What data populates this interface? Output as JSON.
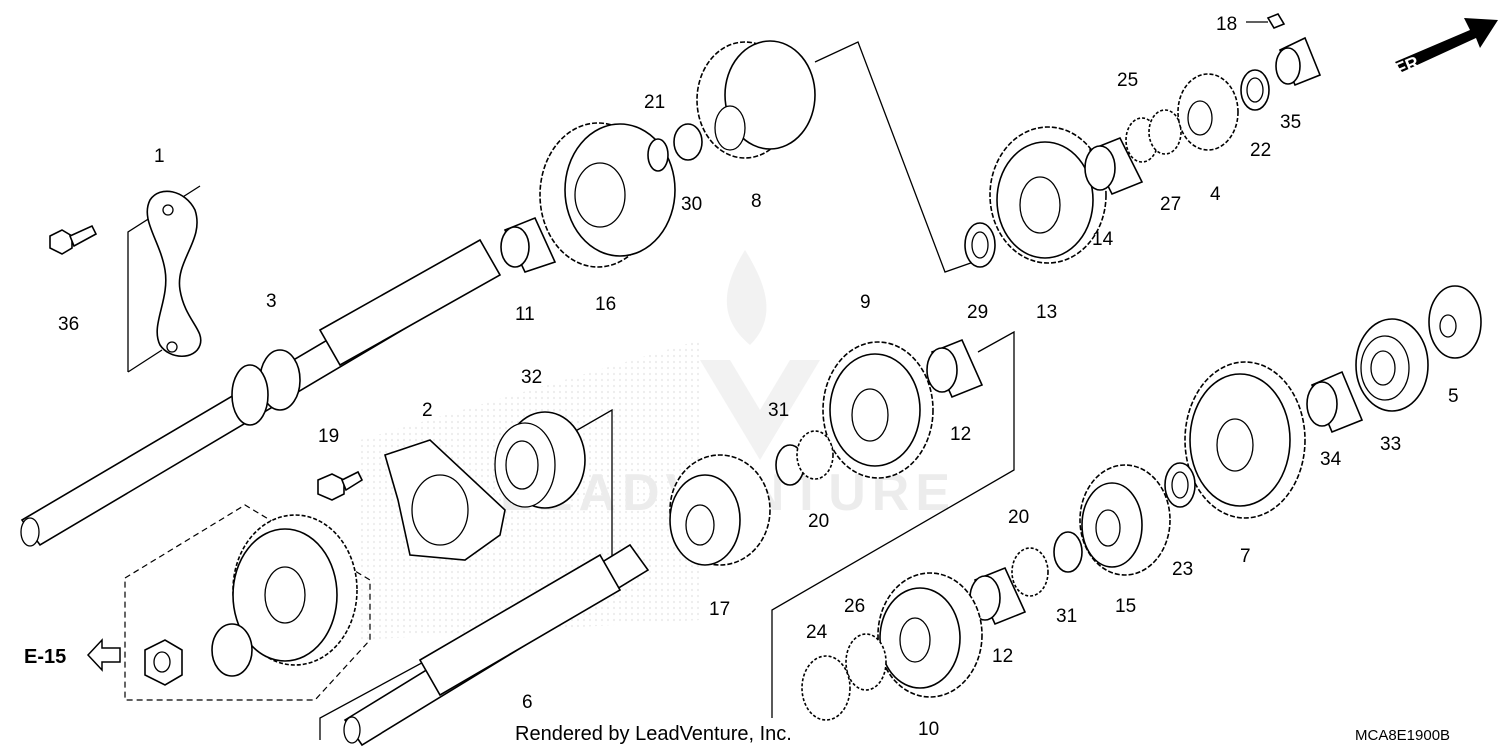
{
  "diagram_code": "MCA8E1900B",
  "credit": "Rendered by LeadVenture, Inc.",
  "watermark": "LEADVENTURE",
  "direction_label": "FR.",
  "reference_label": "E-15",
  "parts": [
    {
      "id": "p1",
      "label": "1"
    },
    {
      "id": "p2",
      "label": "2"
    },
    {
      "id": "p3",
      "label": "3"
    },
    {
      "id": "p4",
      "label": "4"
    },
    {
      "id": "p5",
      "label": "5"
    },
    {
      "id": "p6",
      "label": "6"
    },
    {
      "id": "p7",
      "label": "7"
    },
    {
      "id": "p8",
      "label": "8"
    },
    {
      "id": "p9",
      "label": "9"
    },
    {
      "id": "p10",
      "label": "10"
    },
    {
      "id": "p11",
      "label": "11"
    },
    {
      "id": "p12a",
      "label": "12"
    },
    {
      "id": "p12b",
      "label": "12"
    },
    {
      "id": "p13",
      "label": "13"
    },
    {
      "id": "p14",
      "label": "14"
    },
    {
      "id": "p15",
      "label": "15"
    },
    {
      "id": "p16",
      "label": "16"
    },
    {
      "id": "p17",
      "label": "17"
    },
    {
      "id": "p18",
      "label": "18"
    },
    {
      "id": "p19",
      "label": "19"
    },
    {
      "id": "p20a",
      "label": "20"
    },
    {
      "id": "p20b",
      "label": "20"
    },
    {
      "id": "p21",
      "label": "21"
    },
    {
      "id": "p22",
      "label": "22"
    },
    {
      "id": "p23",
      "label": "23"
    },
    {
      "id": "p24",
      "label": "24"
    },
    {
      "id": "p25",
      "label": "25"
    },
    {
      "id": "p26",
      "label": "26"
    },
    {
      "id": "p27",
      "label": "27"
    },
    {
      "id": "p29",
      "label": "29"
    },
    {
      "id": "p30",
      "label": "30"
    },
    {
      "id": "p31a",
      "label": "31"
    },
    {
      "id": "p31b",
      "label": "31"
    },
    {
      "id": "p32",
      "label": "32"
    },
    {
      "id": "p33",
      "label": "33"
    },
    {
      "id": "p34",
      "label": "34"
    },
    {
      "id": "p35",
      "label": "35"
    },
    {
      "id": "p36",
      "label": "36"
    }
  ]
}
